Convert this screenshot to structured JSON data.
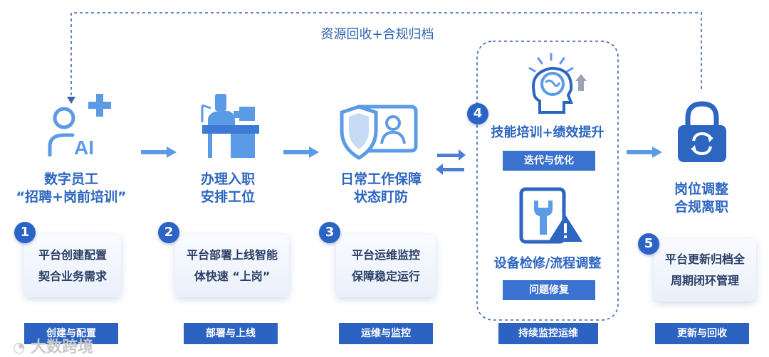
{
  "top_loop_label": "资源回收+合规归档",
  "stages": [
    {
      "title": "数字员工\n“招聘+岗前培训”",
      "number": "1",
      "card_lines": [
        "平台创建配置",
        "契合业务需求"
      ],
      "tag": "创建与配置"
    },
    {
      "title": "办理入职\n安排工位",
      "number": "2",
      "card_lines": [
        "平台部署上线智能",
        "体快速 “上岗”"
      ],
      "tag": "部署与上线"
    },
    {
      "title": "日常工作保障\n状态盯防",
      "number": "3",
      "card_lines": [
        "平台运维监控",
        "保障稳定运行"
      ],
      "tag": "运维与监控"
    },
    {
      "number": "4",
      "sub1_title": "技能培训+绩效提升",
      "sub1_tag": "迭代与优化",
      "sub2_title": "设备检修/流程调整",
      "sub2_tag": "问题修复",
      "tag": "持续监控运维"
    },
    {
      "title": "岗位调整\n合规离职",
      "number": "5",
      "card_lines": [
        "平台更新归档全",
        "周期闭环管理"
      ],
      "tag": "更新与回收"
    }
  ],
  "ai_icon_text": "AI",
  "watermark": "大数跨境",
  "colors": {
    "primary": "#2b63c6",
    "light": "#5b9be6",
    "text": "#2d66c0"
  }
}
